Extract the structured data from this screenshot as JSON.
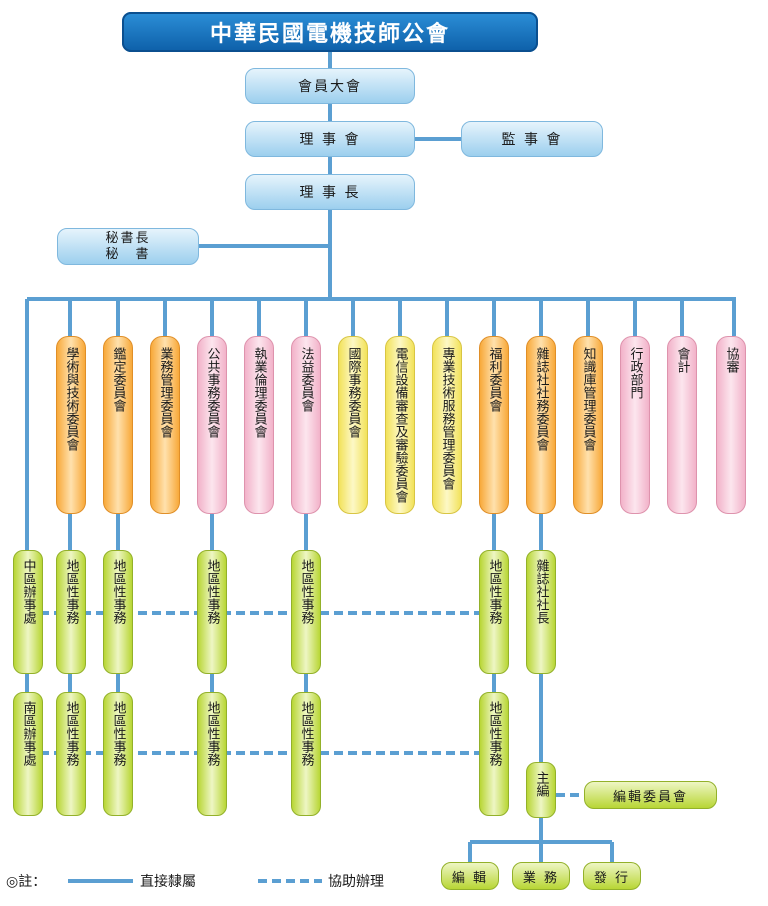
{
  "title": "中華民國電機技師公會",
  "general_assembly": "會員大會",
  "board": "理 事 會",
  "supervisors": "監 事 會",
  "chairman": "理 事 長",
  "secretariat": {
    "line1": "秘書長",
    "line2": "秘　書"
  },
  "committees": [
    {
      "label": "學術與技術委員會",
      "color": "orange"
    },
    {
      "label": "鑑定委員會",
      "color": "orange"
    },
    {
      "label": "業務管理委員會",
      "color": "orange"
    },
    {
      "label": "公共事務委員會",
      "color": "pink"
    },
    {
      "label": "執業倫理委員會",
      "color": "pink"
    },
    {
      "label": "法益委員會",
      "color": "pink"
    },
    {
      "label": "國際事務委員會",
      "color": "yellow"
    },
    {
      "label": "電信設備審查及審驗委員會",
      "color": "yellow"
    },
    {
      "label": "專業技術服務管理委員會",
      "color": "yellow"
    },
    {
      "label": "福利委員會",
      "color": "orange"
    },
    {
      "label": "雜誌社社務委員會",
      "color": "orange"
    },
    {
      "label": "知識庫管理委員會",
      "color": "orange"
    },
    {
      "label": "行政部門",
      "color": "pink"
    },
    {
      "label": "會計",
      "color": "pink"
    },
    {
      "label": "協審",
      "color": "pink"
    }
  ],
  "central_office": "中區辦事處",
  "south_office": "南區辦事處",
  "regional_affairs": "地區性事務",
  "magazine_president": "雜誌社社長",
  "chief_editor": "主編",
  "editorial_committee": "編輯委員會",
  "editorial_units": [
    "編 輯",
    "業 務",
    "發 行"
  ],
  "legend": {
    "note": "◎註：",
    "solid": "直接隸屬",
    "dashed": "協助辦理"
  }
}
